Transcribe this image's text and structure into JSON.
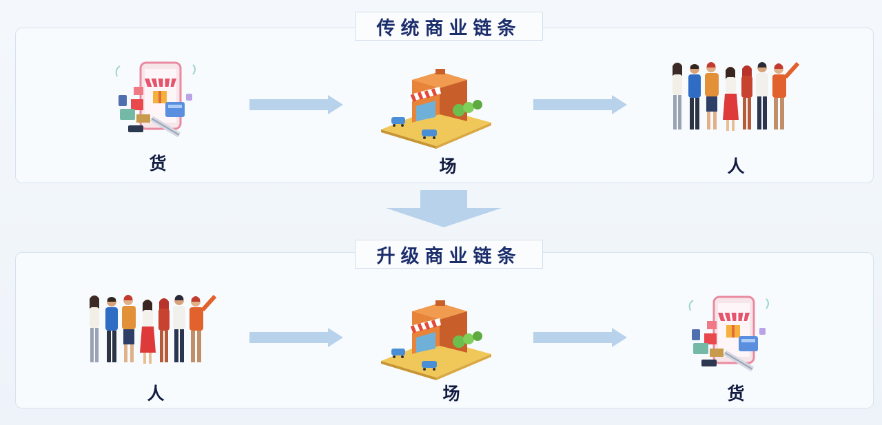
{
  "traditional": {
    "title": "传统商业链条",
    "nodes": [
      {
        "label": "货",
        "icon": "goods-shopping-icon"
      },
      {
        "label": "场",
        "icon": "store-building-icon"
      },
      {
        "label": "人",
        "icon": "people-group-icon"
      }
    ]
  },
  "upgraded": {
    "title": "升级商业链条",
    "nodes": [
      {
        "label": "人",
        "icon": "people-group-icon"
      },
      {
        "label": "场",
        "icon": "store-building-icon"
      },
      {
        "label": "货",
        "icon": "goods-shopping-icon"
      }
    ]
  },
  "colors": {
    "title_text": "#1b2d6b",
    "label_text": "#111a3f",
    "arrow": "#b8d2ec",
    "panel_border": "#d6e3ef"
  }
}
